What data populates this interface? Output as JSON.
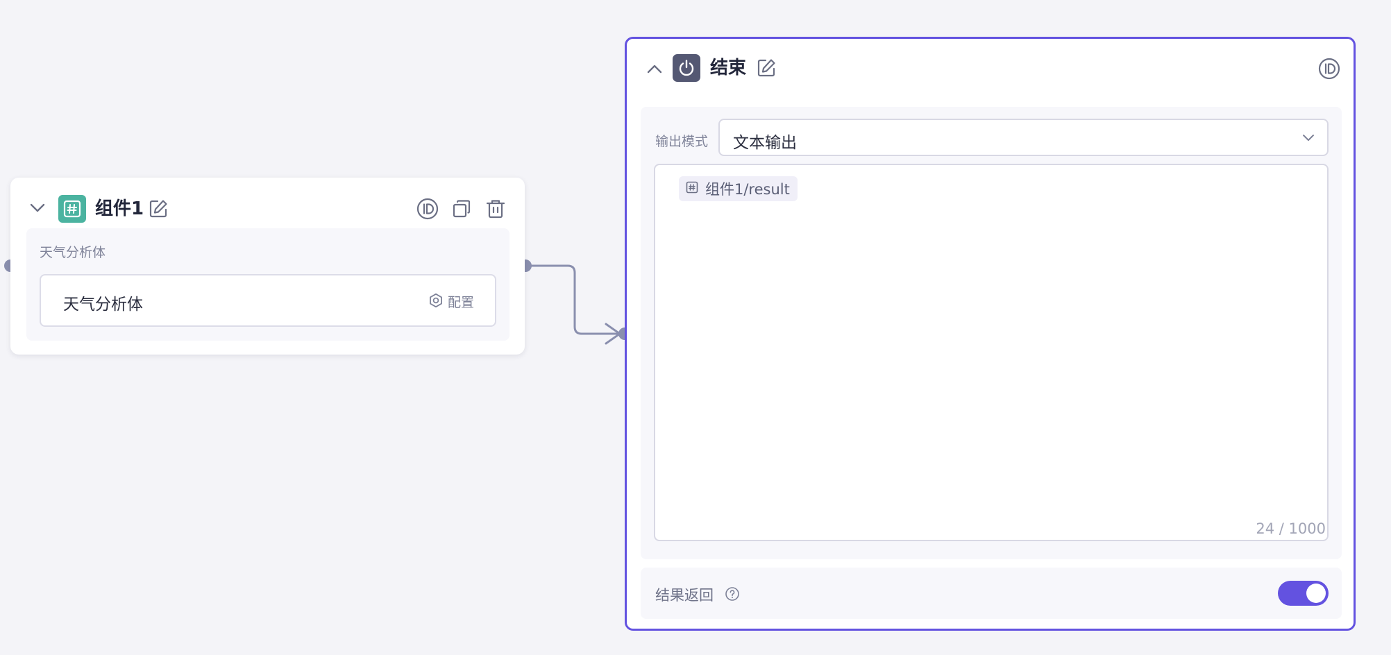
{
  "colors": {
    "accent": "#6352e0",
    "component_icon": "#4bb3a0",
    "end_icon": "#545873",
    "edge": "#8a8fae"
  },
  "component_node": {
    "title": "组件1",
    "section_label": "天气分析体",
    "agent_name": "天气分析体",
    "config_label": "配置",
    "icons": [
      "chevron-down-icon",
      "hash-icon",
      "edit-icon",
      "id-icon",
      "copy-icon",
      "trash-icon",
      "settings-icon"
    ]
  },
  "end_node": {
    "title": "结束",
    "output_mode_label": "输出模式",
    "output_mode_value": "文本输出",
    "variable_tag": "组件1/result",
    "char_count": "24 / 1000",
    "return_label": "结果返回",
    "return_enabled": true,
    "icons": [
      "chevron-up-icon",
      "power-icon",
      "edit-icon",
      "id-icon",
      "chevron-down-icon",
      "hash-icon",
      "help-icon"
    ]
  }
}
